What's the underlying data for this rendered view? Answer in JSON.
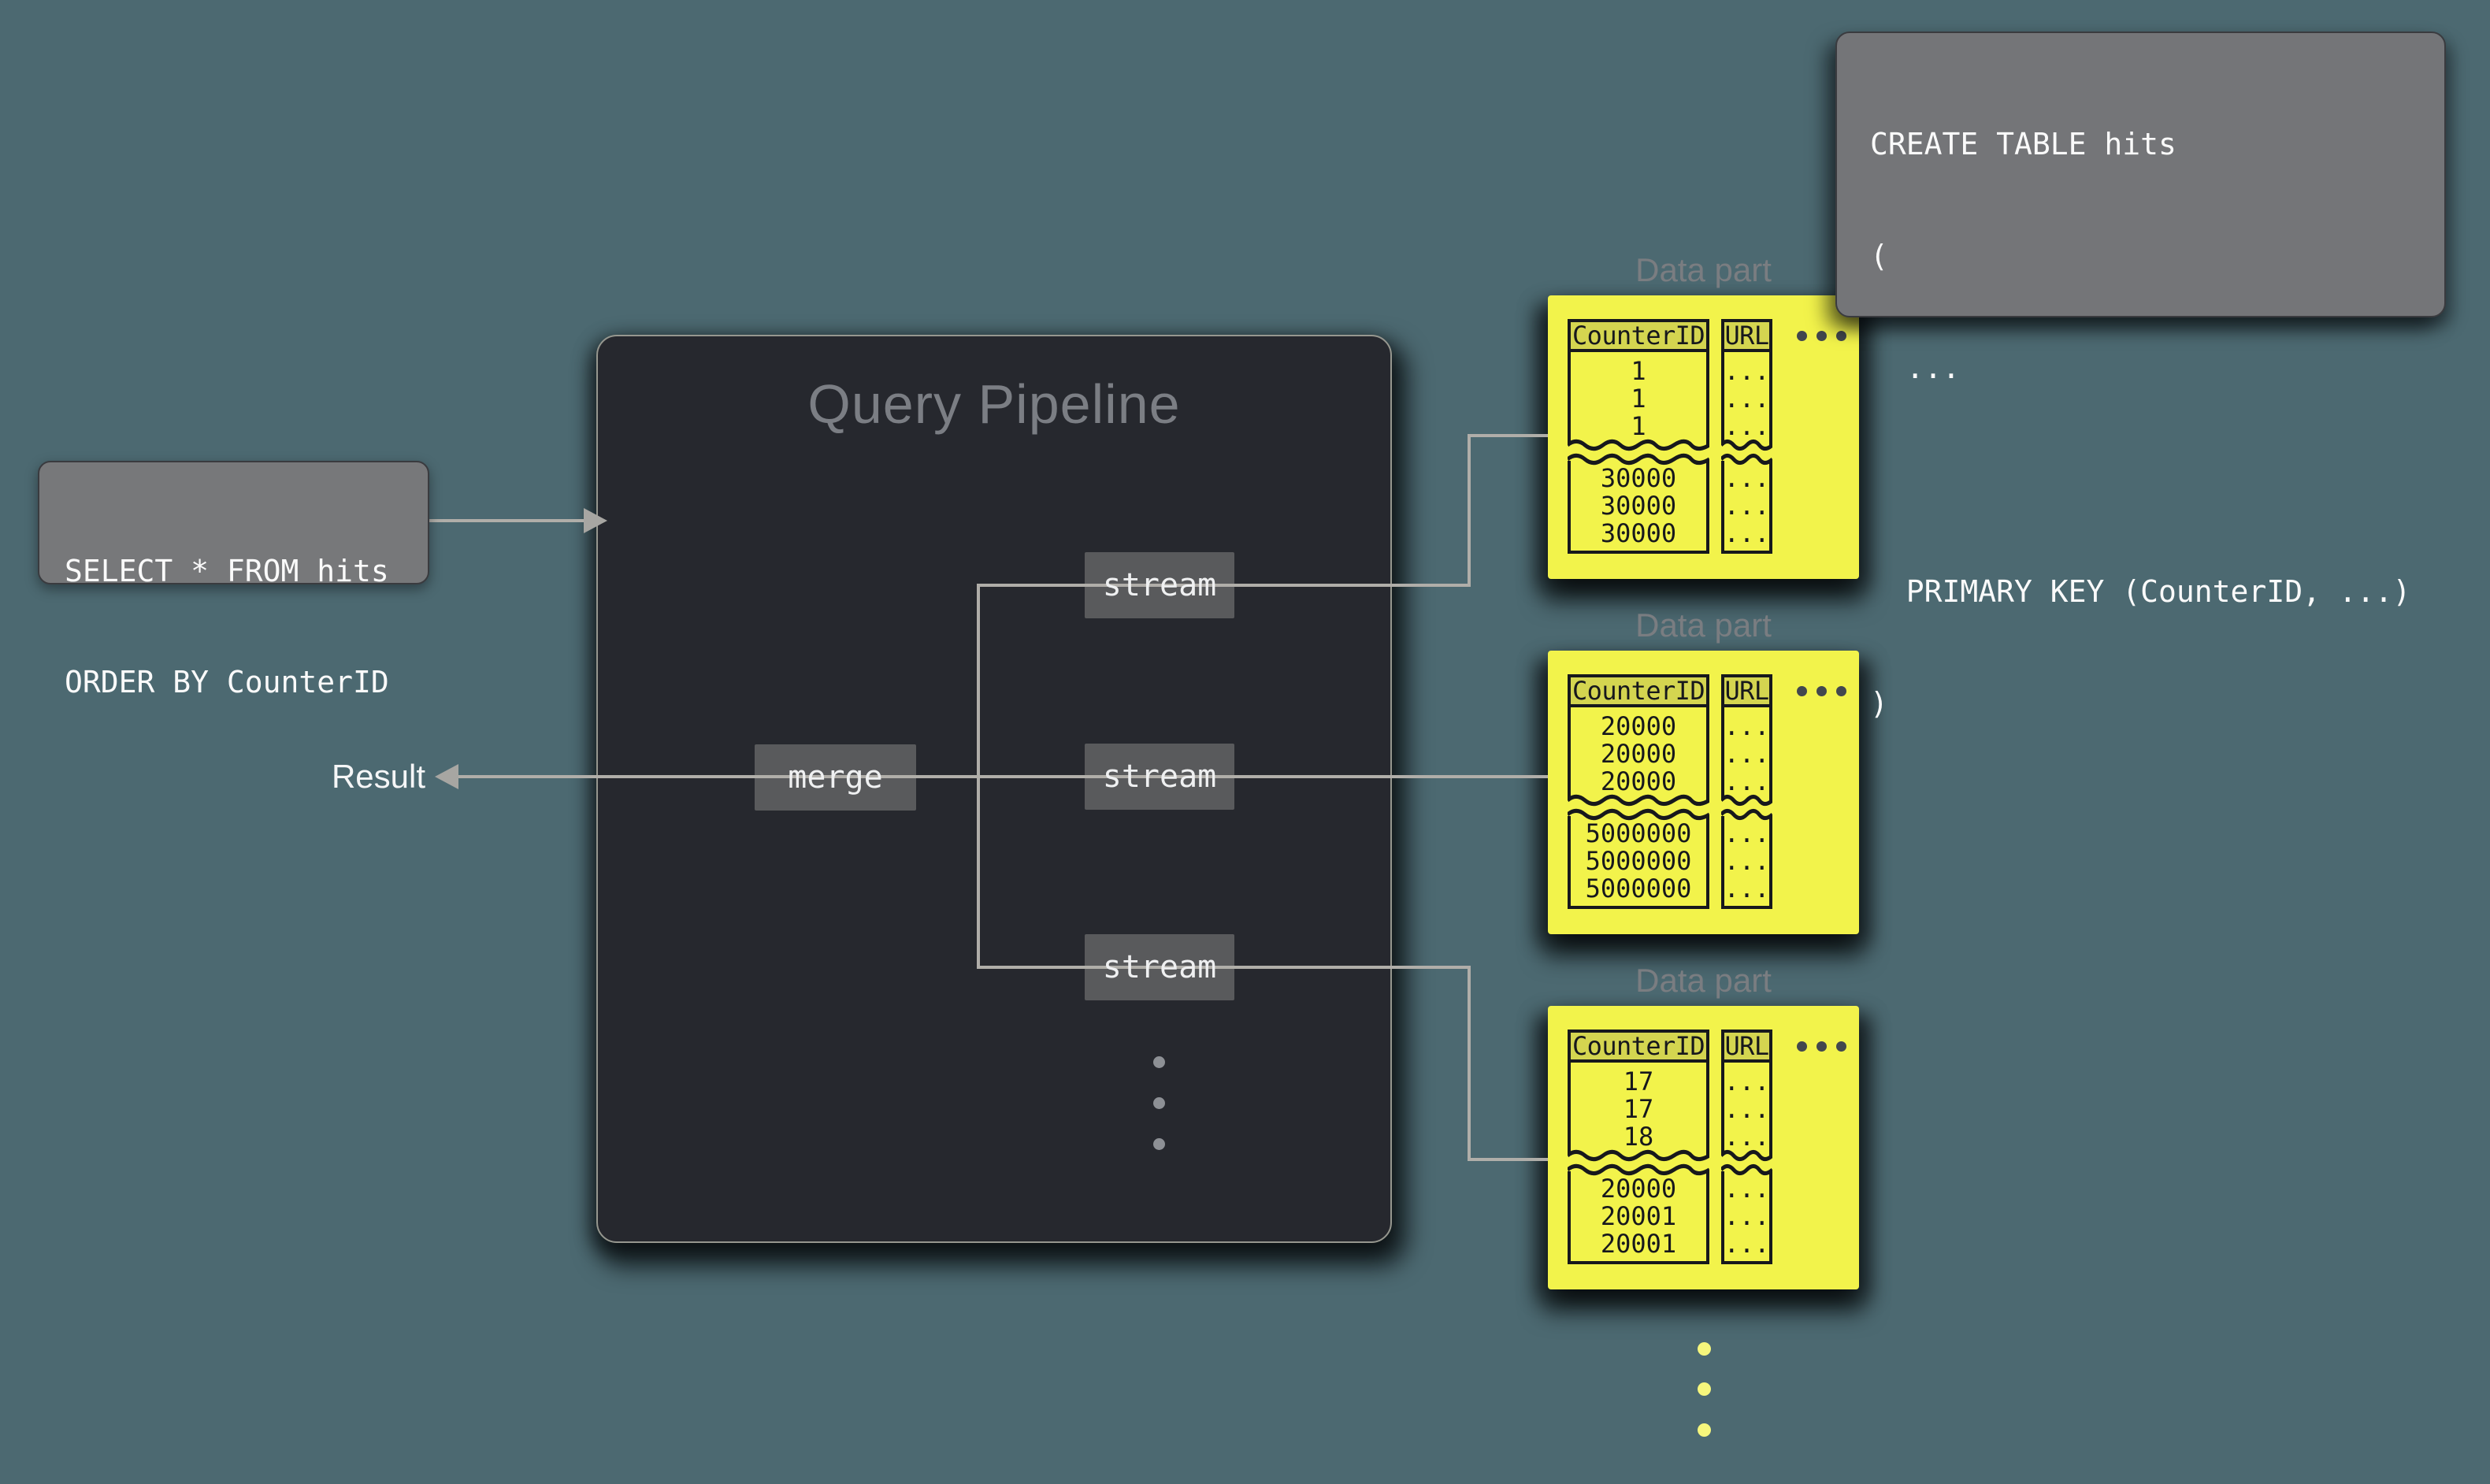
{
  "colors": {
    "background": "#4c6971",
    "pipeline_bg": "#26282e",
    "pipeline_border": "#96978f",
    "code_box_gray": "#747578",
    "node_gray": "#595a5c",
    "line_gray": "#b0aea9",
    "yellow": "#f2f34b",
    "yellow_header": "#d4d550",
    "label_gray": "#7a7d81"
  },
  "create_table_box": {
    "lines": [
      "CREATE TABLE hits",
      "(",
      "  ...",
      "",
      "  PRIMARY KEY (CounterID, ...)",
      ")"
    ]
  },
  "select_box": {
    "lines": [
      "SELECT * FROM hits",
      "ORDER BY CounterID"
    ]
  },
  "pipeline": {
    "title": "Query Pipeline",
    "merge_label": "merge",
    "streams": [
      "stream",
      "stream",
      "stream"
    ]
  },
  "result_label": "Result",
  "data_parts": [
    {
      "label": "Data part",
      "counter_header": "CounterID",
      "url_header": "URL",
      "counter_top": [
        "1",
        "1",
        "1"
      ],
      "counter_bottom": [
        "30000",
        "30000",
        "30000"
      ],
      "url_top": [
        "...",
        "...",
        "..."
      ],
      "url_bottom": [
        "...",
        "...",
        "..."
      ]
    },
    {
      "label": "Data part",
      "counter_header": "CounterID",
      "url_header": "URL",
      "counter_top": [
        "20000",
        "20000",
        "20000"
      ],
      "counter_bottom": [
        "5000000",
        "5000000",
        "5000000"
      ],
      "url_top": [
        "...",
        "...",
        "..."
      ],
      "url_bottom": [
        "...",
        "...",
        "..."
      ]
    },
    {
      "label": "Data part",
      "counter_header": "CounterID",
      "url_header": "URL",
      "counter_top": [
        "17",
        "17",
        "18"
      ],
      "counter_bottom": [
        "20000",
        "20001",
        "20001"
      ],
      "url_top": [
        "...",
        "...",
        "..."
      ],
      "url_bottom": [
        "...",
        "...",
        "..."
      ]
    }
  ]
}
